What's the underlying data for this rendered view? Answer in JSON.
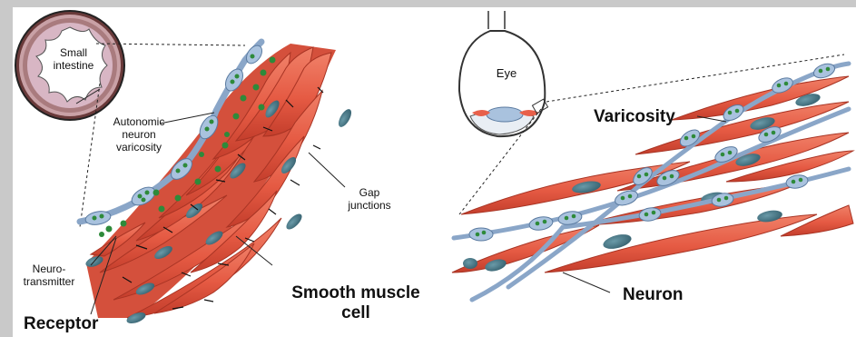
{
  "left_panel": {
    "organ_label": "Small intestine",
    "organ_label_line1": "Small",
    "organ_label_line2": "intestine",
    "varicosity_label_line1": "Autonomic",
    "varicosity_label_line2": "neuron",
    "varicosity_label_line3": "varicosity",
    "gap_label_line1": "Gap",
    "gap_label_line2": "junctions",
    "neurotransmitter_line1": "Neuro-",
    "neurotransmitter_line2": "transmitter",
    "receptor": "Receptor",
    "muscle_line1": "Smooth muscle",
    "muscle_line2": "cell"
  },
  "right_panel": {
    "eye_label": "Eye",
    "varicosity": "Varicosity",
    "neuron": "Neuron"
  },
  "colors": {
    "muscle": "#e8604a",
    "muscle_dark": "#c8402e",
    "nucleus": "#4a7a8a",
    "neuron": "#9ab4d4",
    "vesicle": "#2e8a3a",
    "background": "#c9c9c9",
    "panel": "#ffffff"
  }
}
